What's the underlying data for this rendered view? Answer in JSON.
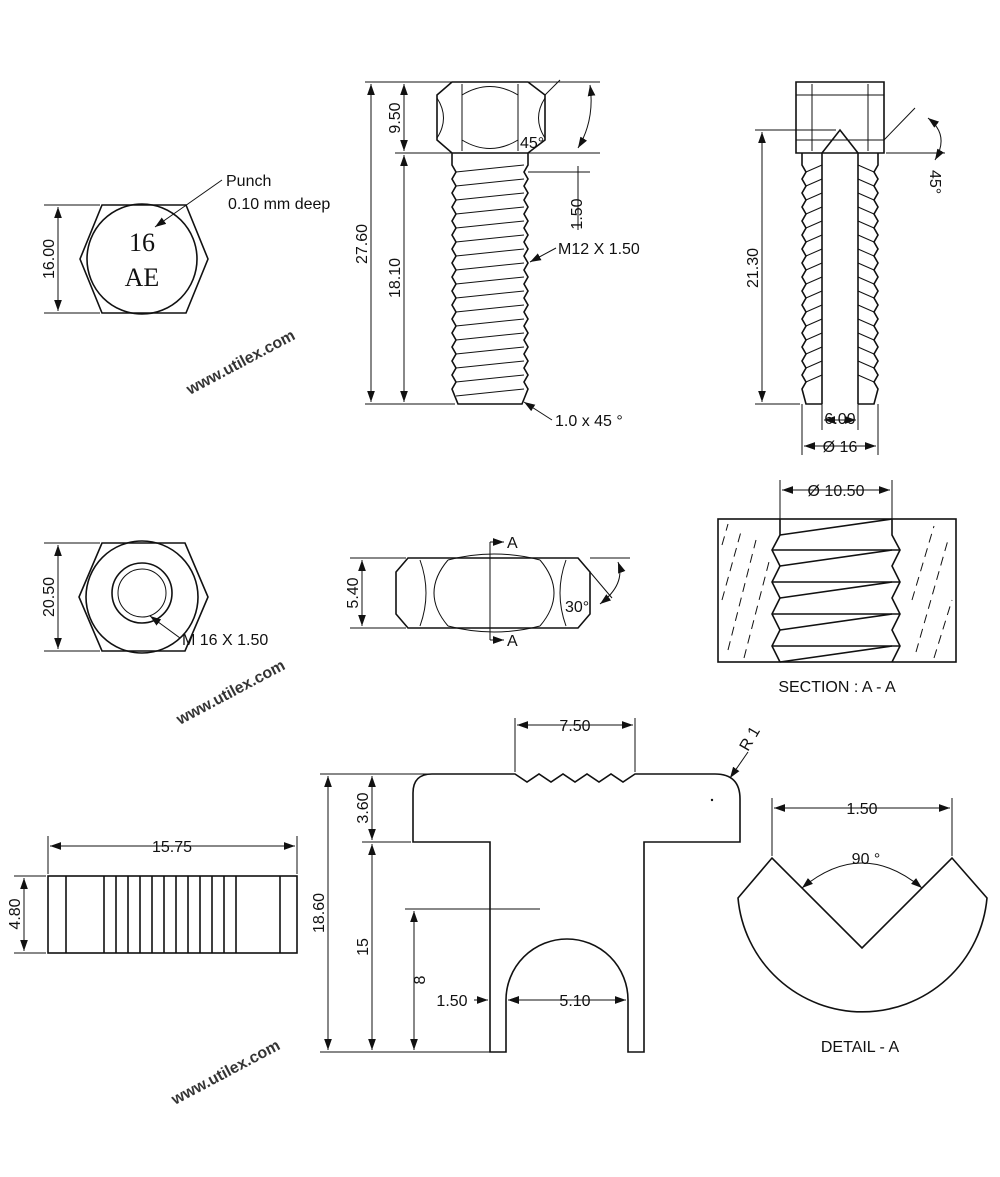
{
  "watermark": {
    "text1": "www.utilex.com",
    "text2": "www.utilex.com",
    "text3": "www.utilex.com"
  },
  "head_view": {
    "punch_label": "Punch",
    "punch_depth": "0.10 mm deep",
    "mark_line1": "16",
    "mark_line2": "AE",
    "dim_width": "16.00"
  },
  "bolt_front": {
    "dim_head": "9.50",
    "dim_total": "27.60",
    "dim_thread": "18.10",
    "dim_pitch": "1.50",
    "angle": "45°",
    "thread_spec": "M12 X 1.50",
    "chamfer": "1.0 x 45 °"
  },
  "bolt_section": {
    "dim_bore": "21.30",
    "dim_hole": "6.00",
    "dim_dia": "Ø 16",
    "angle": "45°"
  },
  "nut_top": {
    "dim_across": "20.50",
    "thread_spec": "M 16 X 1.50"
  },
  "nut_side": {
    "dim_height": "5.40",
    "angle": "30°",
    "cut_label_top": "A",
    "cut_label_bottom": "A"
  },
  "section_aa": {
    "dim_dia": "Ø 10.50",
    "title": "SECTION : A - A"
  },
  "roller": {
    "dim_length": "15.75",
    "dim_height": "4.80"
  },
  "t_part": {
    "dim_top": "7.50",
    "radius": "R 1",
    "dim_flange": "3.60",
    "dim_total": "18.60",
    "dim_leg": "15",
    "dim_slot": "8",
    "dim_wall": "1.50",
    "dim_gap": "5.10"
  },
  "detail_a": {
    "dim_width": "1.50",
    "angle": "90 °",
    "title": "DETAIL - A"
  }
}
